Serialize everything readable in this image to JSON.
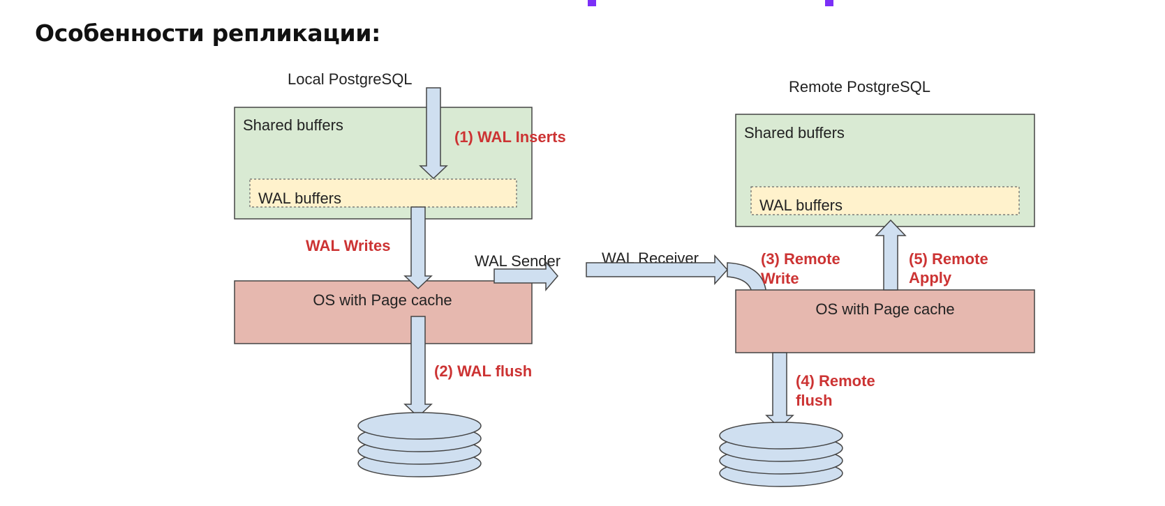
{
  "title": "Особенности репликации:",
  "colors": {
    "shared_buffers_fill": "#d9ead3",
    "wal_buffers_fill": "#fff2cc",
    "os_cache_fill": "#e6b8af",
    "arrow_fill": "#cfdff0",
    "label_red": "#cc3333",
    "accent_purple": "#7b2ff7"
  },
  "local": {
    "name": "Local PostgreSQL",
    "shared_buffers": "Shared buffers",
    "wal_buffers": "WAL buffers",
    "os_cache": "OS with Page cache"
  },
  "remote": {
    "name": "Remote PostgreSQL",
    "shared_buffers": "Shared buffers",
    "wal_buffers": "WAL buffers",
    "os_cache": "OS with Page cache"
  },
  "steps": {
    "wal_inserts": "(1) WAL Inserts",
    "wal_writes": "WAL Writes",
    "wal_flush": "(2) WAL flush",
    "remote_write_1": "(3) Remote",
    "remote_write_2": "Write",
    "remote_flush_1": "(4) Remote",
    "remote_flush_2": "flush",
    "remote_apply_1": "(5) Remote",
    "remote_apply_2": "Apply"
  },
  "transport": {
    "sender": "WAL Sender",
    "receiver": "WAL Receiver"
  }
}
